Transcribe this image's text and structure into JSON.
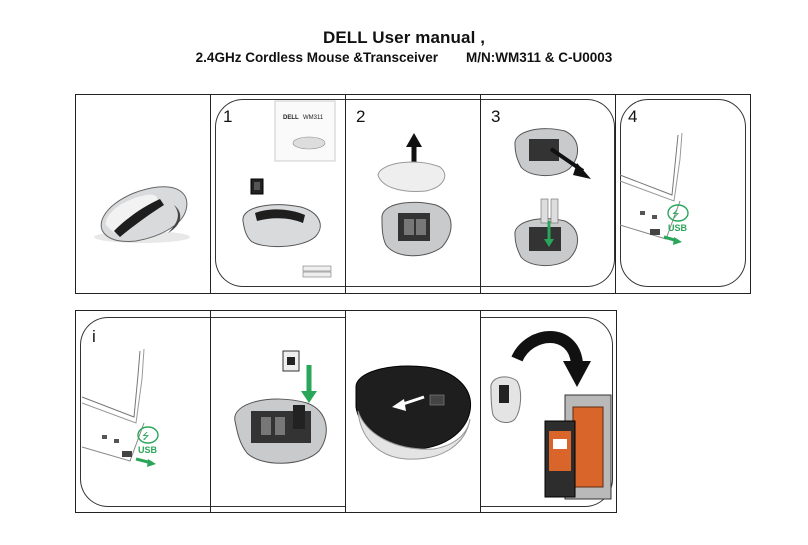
{
  "header": {
    "title": "DELL User manual ,",
    "subtitle_product": "2.4GHz Cordless Mouse &Transceiver",
    "subtitle_model": "M/N:WM311 & C-U0003"
  },
  "steps": {
    "one": "1",
    "two": "2",
    "three": "3",
    "four": "4",
    "info": "i"
  },
  "box_label": {
    "brand": "DELL",
    "model": "WM311"
  },
  "usb_label": "USB",
  "colors": {
    "usb_green": "#2aa65a",
    "arrow_dark": "#111111",
    "mouse_silver": "#d9dadc",
    "mouse_black": "#1e1e1e",
    "bag_orange": "#d9652b"
  }
}
